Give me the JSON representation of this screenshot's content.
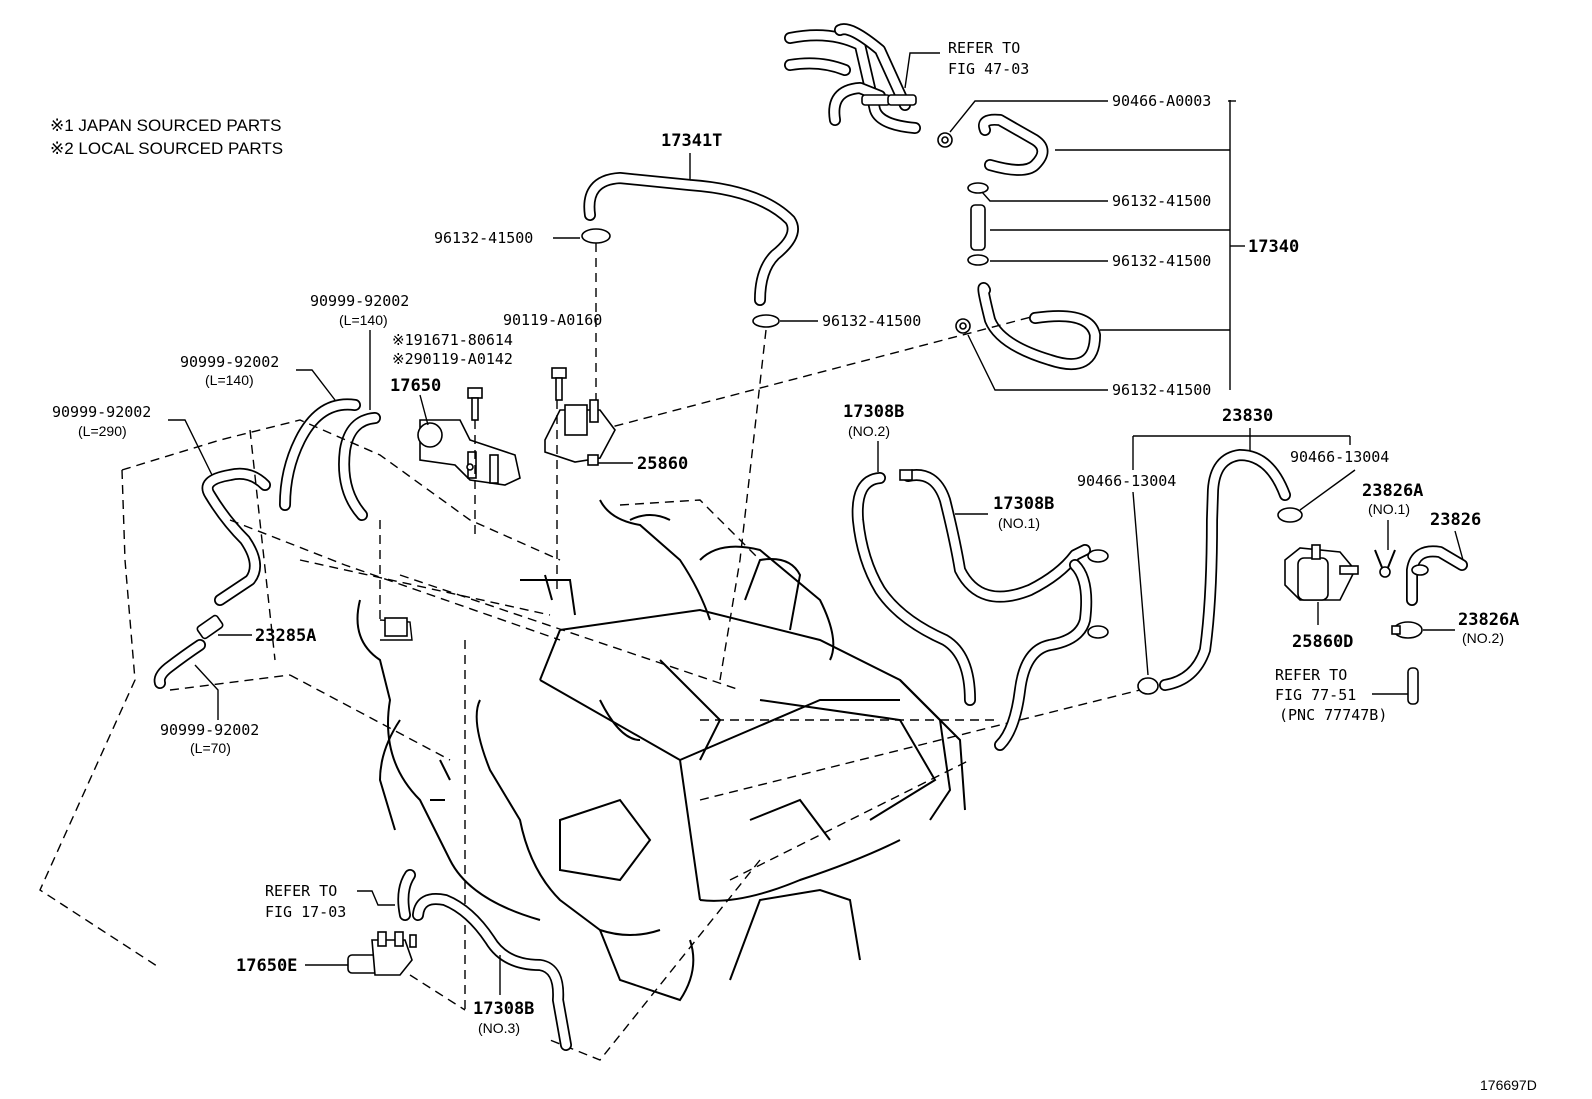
{
  "notes": [
    "※1 JAPAN SOURCED PARTS",
    "※2 LOCAL SOURCED PARTS"
  ],
  "labels": {
    "refer_fig47_line1": "REFER TO",
    "refer_fig47_line2": "FIG 47-03",
    "p90466_a0003": "90466-A0003",
    "p96132_41500_r1": "96132-41500",
    "p96132_41500_r2": "96132-41500",
    "p96132_41500_r3": "96132-41500",
    "p96132_41500_mid": "96132-41500",
    "p96132_41500_left": "96132-41500",
    "p17340": "17340",
    "p17341t": "17341T",
    "p90999_92002_a": "90999-92002",
    "p90999_92002_a_len": "(L=140)",
    "p90999_92002_b": "90999-92002",
    "p90999_92002_b_len": "(L=140)",
    "p90999_92002_c": "90999-92002",
    "p90999_92002_c_len": "(L=290)",
    "p90999_92002_d": "90999-92002",
    "p90999_92002_d_len": "(L=70)",
    "p90119_a0160": "90119-A0160",
    "p191671": "※191671-80614",
    "p290119": "※290119-A0142",
    "p17650": "17650",
    "p25860": "25860",
    "p17308b_no2": "17308B",
    "p17308b_no2_sub": "(NO.2)",
    "p17308b_no1": "17308B",
    "p17308b_no1_sub": "(NO.1)",
    "p17308b_no3": "17308B",
    "p17308b_no3_sub": "(NO.3)",
    "p23830": "23830",
    "p90466_13004_a": "90466-13004",
    "p90466_13004_b": "90466-13004",
    "p23826a_no1": "23826A",
    "p23826a_no1_sub": "(NO.1)",
    "p23826": "23826",
    "p23826a_no2": "23826A",
    "p23826a_no2_sub": "(NO.2)",
    "p25860d": "25860D",
    "refer_fig77_line1": "REFER TO",
    "refer_fig77_line2": "FIG 77-51",
    "refer_fig77_line3": "(PNC 77747B)",
    "p23285a": "23285A",
    "refer_fig17_line1": "REFER TO",
    "refer_fig17_line2": "FIG 17-03",
    "p17650e": "17650E",
    "figure_id": "176697D"
  }
}
